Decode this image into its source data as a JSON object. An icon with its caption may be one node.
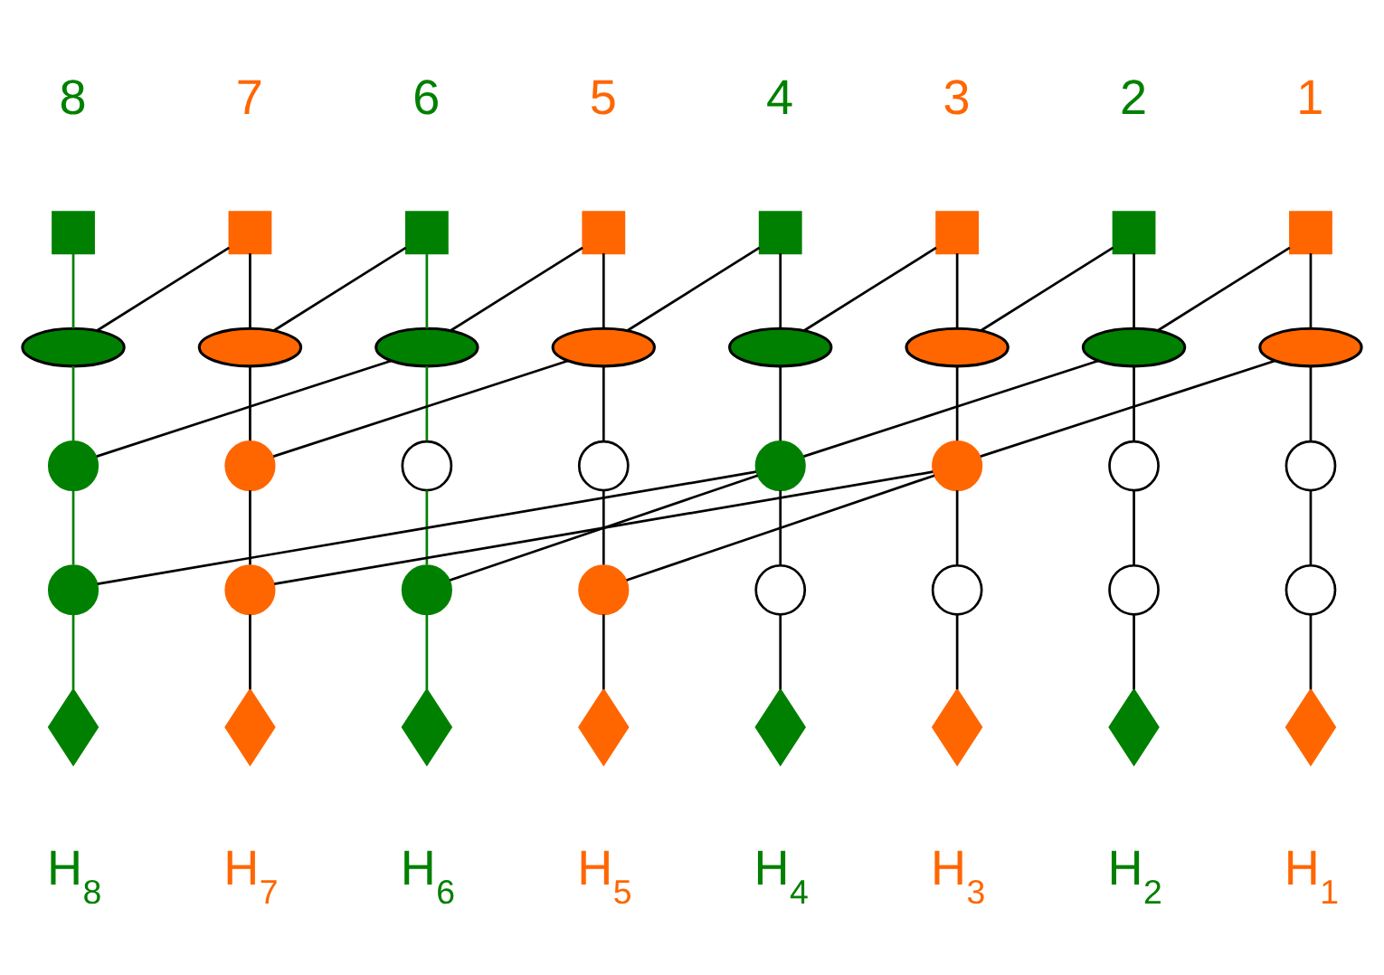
{
  "diagram": {
    "nodes": [
      {
        "text": [],
        "shape": "box",
        "beside": [
          "8"
        ]
      },
      {
        "text": [],
        "shape": "box",
        "beside": [
          "7"
        ]
      },
      {
        "text": [],
        "shape": "box",
        "beside": [
          "6"
        ]
      },
      {
        "text": [],
        "shape": "box",
        "beside": [
          "5"
        ]
      },
      {
        "text": [],
        "shape": "box",
        "beside": [
          "4"
        ]
      },
      {
        "text": [],
        "shape": "box",
        "beside": [
          "3"
        ]
      },
      {
        "text": [],
        "shape": "box",
        "beside": [
          "2"
        ]
      },
      {
        "text": [],
        "shape": "box",
        "beside": [
          "1"
        ]
      },
      {
        "text": [],
        "shape": "ellipse"
      },
      {
        "text": [],
        "shape": "ellipse"
      },
      {
        "text": [],
        "shape": "ellipse"
      },
      {
        "text": [],
        "shape": "ellipse"
      },
      {
        "text": [],
        "shape": "ellipse"
      },
      {
        "text": [],
        "shape": "ellipse"
      },
      {
        "text": [],
        "shape": "ellipse"
      },
      {
        "text": [],
        "shape": "ellipse"
      },
      {
        "text": [],
        "shape": "circle"
      },
      {
        "text": [],
        "shape": "circle"
      },
      {
        "text": [],
        "shape": "circle"
      },
      {
        "text": [],
        "shape": "circle"
      },
      {
        "text": [],
        "shape": "circle"
      },
      {
        "text": [],
        "shape": "circle"
      },
      {
        "text": [],
        "shape": "circle"
      },
      {
        "text": [],
        "shape": "circle"
      },
      {
        "text": [],
        "shape": "circle"
      },
      {
        "text": [],
        "shape": "circle"
      },
      {
        "text": [],
        "shape": "circle"
      },
      {
        "text": [],
        "shape": "circle"
      },
      {
        "text": [],
        "shape": "circle"
      },
      {
        "text": [],
        "shape": "circle"
      },
      {
        "text": [],
        "shape": "circle"
      },
      {
        "text": [],
        "shape": "circle"
      },
      {
        "text": [],
        "shape": "diamond",
        "beside": [
          "H$_{8}$"
        ]
      },
      {
        "text": [],
        "shape": "diamond",
        "beside": [
          "H$_{7}$"
        ]
      },
      {
        "text": [],
        "shape": "diamond",
        "beside": [
          "H$_{6}$"
        ]
      },
      {
        "text": [],
        "shape": "diamond",
        "beside": [
          "H$_{5}$"
        ]
      },
      {
        "text": [],
        "shape": "diamond",
        "beside": [
          "H$_{4}$"
        ]
      },
      {
        "text": [],
        "shape": "diamond",
        "beside": [
          "H$_{3}$"
        ]
      },
      {
        "text": [],
        "shape": "diamond",
        "beside": [
          "H$_{2}$"
        ]
      },
      {
        "text": [],
        "shape": "diamond",
        "beside": [
          "H$_{1}$"
        ]
      }
    ],
    "edges": [
      {
        "from": 0,
        "to": 8,
        "arrow": "none",
        "color": "#008000"
      },
      {
        "from": 1,
        "to": 9,
        "arrow": "none"
      },
      {
        "from": 2,
        "to": 10,
        "arrow": "none",
        "color": "#008000"
      },
      {
        "from": 3,
        "to": 11,
        "arrow": "none"
      },
      {
        "from": 4,
        "to": 12,
        "arrow": "none"
      },
      {
        "from": 5,
        "to": 13,
        "arrow": "none"
      },
      {
        "from": 6,
        "to": 14,
        "arrow": "none"
      },
      {
        "from": 7,
        "to": 15,
        "arrow": "none"
      },
      {
        "from": 1,
        "to": 8,
        "arrow": "none"
      },
      {
        "from": 2,
        "to": 9,
        "arrow": "none"
      },
      {
        "from": 3,
        "to": 10,
        "arrow": "none"
      },
      {
        "from": 4,
        "to": 11,
        "arrow": "none"
      },
      {
        "from": 5,
        "to": 12,
        "arrow": "none"
      },
      {
        "from": 6,
        "to": 13,
        "arrow": "none"
      },
      {
        "from": 7,
        "to": 14,
        "arrow": "none"
      },
      {
        "from": 8,
        "to": 16,
        "arrow": "none",
        "color": "#008000"
      },
      {
        "from": 9,
        "to": 17,
        "arrow": "none"
      },
      {
        "from": 10,
        "to": 18,
        "arrow": "none",
        "color": "#008000"
      },
      {
        "from": 11,
        "to": 19,
        "arrow": "none"
      },
      {
        "from": 12,
        "to": 20,
        "arrow": "none"
      },
      {
        "from": 13,
        "to": 21,
        "arrow": "none"
      },
      {
        "from": 14,
        "to": 22,
        "arrow": "none"
      },
      {
        "from": 15,
        "to": 23,
        "arrow": "none"
      },
      {
        "from": 10,
        "to": 16,
        "arrow": "none"
      },
      {
        "from": 11,
        "to": 17,
        "arrow": "none"
      },
      {
        "from": 14,
        "to": 20,
        "arrow": "none"
      },
      {
        "from": 15,
        "to": 21,
        "arrow": "none"
      },
      {
        "from": 16,
        "to": 24,
        "arrow": "none",
        "color": "#008000"
      },
      {
        "from": 17,
        "to": 25,
        "arrow": "none"
      },
      {
        "from": 18,
        "to": 26,
        "arrow": "none",
        "color": "#008000"
      },
      {
        "from": 19,
        "to": 27,
        "arrow": "none"
      },
      {
        "from": 20,
        "to": 28,
        "arrow": "none"
      },
      {
        "from": 21,
        "to": 29,
        "arrow": "none"
      },
      {
        "from": 22,
        "to": 30,
        "arrow": "none"
      },
      {
        "from": 23,
        "to": 31,
        "arrow": "none"
      },
      {
        "from": 20,
        "to": 24,
        "arrow": "none"
      },
      {
        "from": 20,
        "to": 26,
        "arrow": "none"
      },
      {
        "from": 21,
        "to": 25,
        "arrow": "none"
      },
      {
        "from": 21,
        "to": 27,
        "arrow": "none"
      },
      {
        "from": 24,
        "to": 32,
        "arrow": "none",
        "color": "#008000"
      },
      {
        "from": 25,
        "to": 33,
        "arrow": "none"
      },
      {
        "from": 26,
        "to": 34,
        "arrow": "none",
        "color": "#008000"
      },
      {
        "from": 27,
        "to": 35,
        "arrow": "none"
      },
      {
        "from": 28,
        "to": 36,
        "arrow": "none"
      },
      {
        "from": 29,
        "to": 37,
        "arrow": "none"
      },
      {
        "from": 30,
        "to": 38,
        "arrow": "none"
      },
      {
        "from": 31,
        "to": 39,
        "arrow": "none"
      }
    ]
  }
}
